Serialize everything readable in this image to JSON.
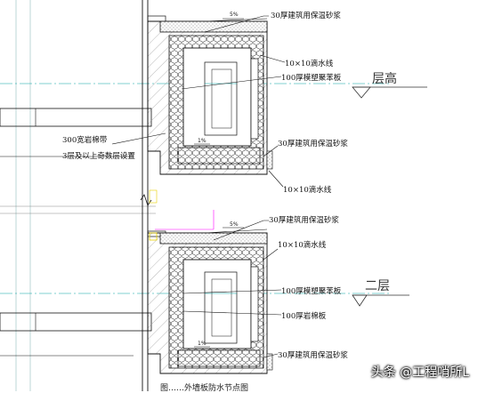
{
  "labels": {
    "insulation_mortar_1": "30厚建筑用保温砂浆",
    "drip_line_1": "10×10滴水线",
    "eps_board_1": "100厚模塑聚苯板",
    "rockwool_band": "300宽岩棉带",
    "rockwool_note": "3层及以上奇数层设置",
    "insulation_mortar_2": "30厚建筑用保温砂浆",
    "drip_line_2": "10×10滴水线",
    "insulation_mortar_3": "30厚建筑用保温砂浆",
    "drip_line_3": "10×10滴水线",
    "eps_board_2": "100厚模塑聚苯板",
    "rockwool_board": "100厚岩棉板",
    "insulation_mortar_4": "30厚建筑用保温砂浆",
    "slope_top_1": "5%",
    "slope_bottom_1": "1%",
    "slope_top_2": "5%",
    "slope_bottom_2": "1%"
  },
  "levels": {
    "upper": "层高",
    "lower": "二层"
  },
  "caption": "图……外墙板防水节点图",
  "watermark": "头条 @工程哨所L",
  "colors": {
    "line": "#111111",
    "hatch": "#888888",
    "guide": "#00a0a0",
    "accent": "#ff00ff",
    "yellow": "#e8d000"
  }
}
